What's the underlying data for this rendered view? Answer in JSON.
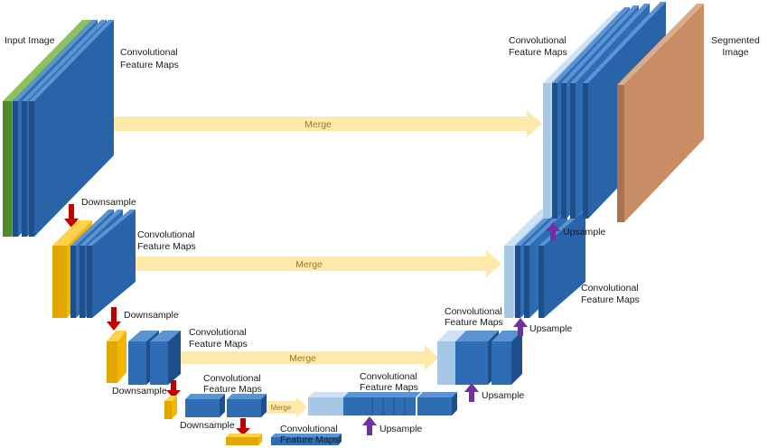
{
  "labels": {
    "input_image": "Input Image",
    "segmented_image": [
      "Segmented",
      "Image"
    ],
    "conv_l1": [
      "Convolutional",
      "Feature Maps"
    ],
    "conv_r1": [
      "Convolutional",
      "Feature Maps"
    ],
    "conv_l2": [
      "Convolutional",
      "Feature Maps"
    ],
    "conv_r2": [
      "Convolutional",
      "Feature Maps"
    ],
    "conv_l3": [
      "Convolutional",
      "Feature Maps"
    ],
    "conv_r3": [
      "Convolutional",
      "Feature Maps"
    ],
    "conv_l4": [
      "Convolutional",
      "Feature Maps"
    ],
    "conv_r4": [
      "Convolutional",
      "Feature Maps"
    ],
    "conv_bottom": [
      "Convolutional",
      "Feature Maps"
    ],
    "downsample": "Downsample",
    "upsample": "Upsample",
    "merge": "Merge"
  },
  "colors": {
    "input_green": "#6aa843",
    "block_blue": "#2e6db4",
    "block_blue_dark": "#245a99",
    "block_blue_light": "#a7c7e7",
    "pool_yellow": "#f2b800",
    "merge_arrow": "#fde9a9",
    "down_arrow": "#c00000",
    "up_arrow": "#7030a0",
    "output_orange": "#c98d66"
  }
}
